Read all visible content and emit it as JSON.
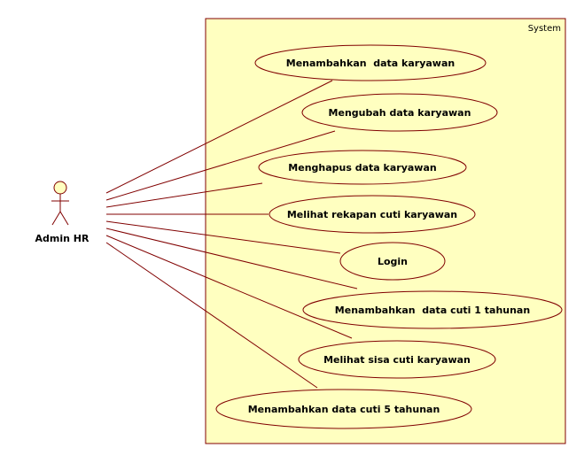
{
  "system": {
    "label": "System"
  },
  "actor": {
    "name": "Admin HR"
  },
  "use_cases": [
    {
      "label": "Menambahkan  data karyawan"
    },
    {
      "label": "Mengubah data karyawan"
    },
    {
      "label": "Menghapus data karyawan"
    },
    {
      "label": "Melihat rekapan cuti karyawan"
    },
    {
      "label": "Login"
    },
    {
      "label": "Menambahkan  data cuti 1 tahunan"
    },
    {
      "label": "Melihat sisa cuti karyawan"
    },
    {
      "label": "Menambahkan data cuti 5 tahunan"
    }
  ],
  "colors": {
    "fill": "#ffffc0",
    "stroke": "#800000"
  }
}
